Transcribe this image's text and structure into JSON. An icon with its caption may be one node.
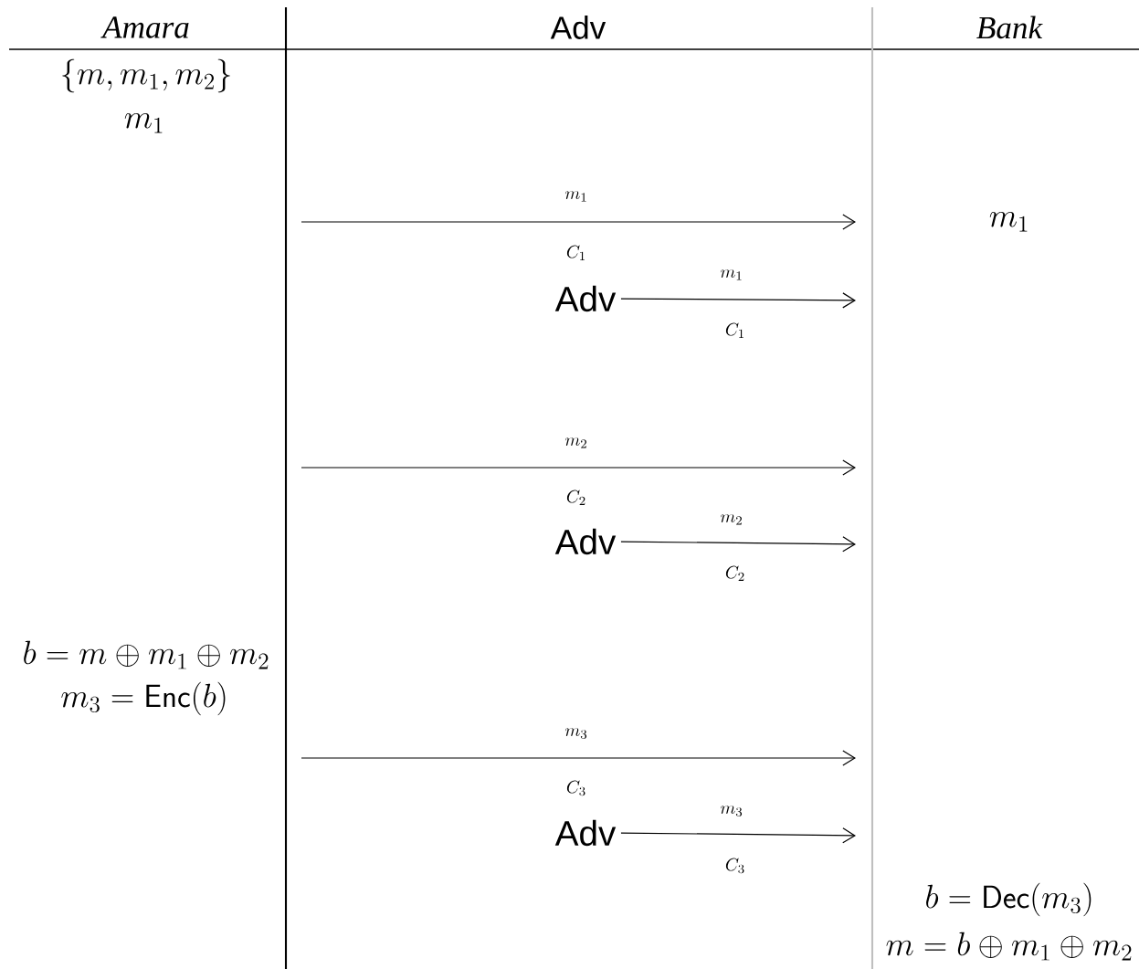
{
  "diagram": {
    "nodes": [
      {
        "text": [
          "Adv"
        ]
      },
      {
        "text": [
          "Adv"
        ]
      },
      {
        "text": [
          "Adv"
        ]
      }
    ],
    "edges": [
      {
        "from": 0,
        "to": null,
        "arrow": "to",
        "label": "m_1"
      },
      {
        "from": 1,
        "to": null,
        "arrow": "to",
        "label": "m_2"
      },
      {
        "from": 2,
        "to": null,
        "arrow": "to",
        "label": "m_3"
      }
    ],
    "labels": [
      "Amara",
      "Adv",
      "Bank",
      "\\{m, m_1, m_2\\}",
      "m_1",
      "m_1",
      "m_1",
      "C_1",
      "C_1",
      "m_2",
      "C_2",
      "C_2",
      "b = m \\oplus m_1 \\oplus m_2",
      "m_3 = \\mathsf{Enc}(b)",
      "m_3",
      "C_3",
      "C_3",
      "b = \\mathsf{Dec}(m_3)",
      "m = b \\oplus m_1 \\oplus m_2"
    ]
  }
}
